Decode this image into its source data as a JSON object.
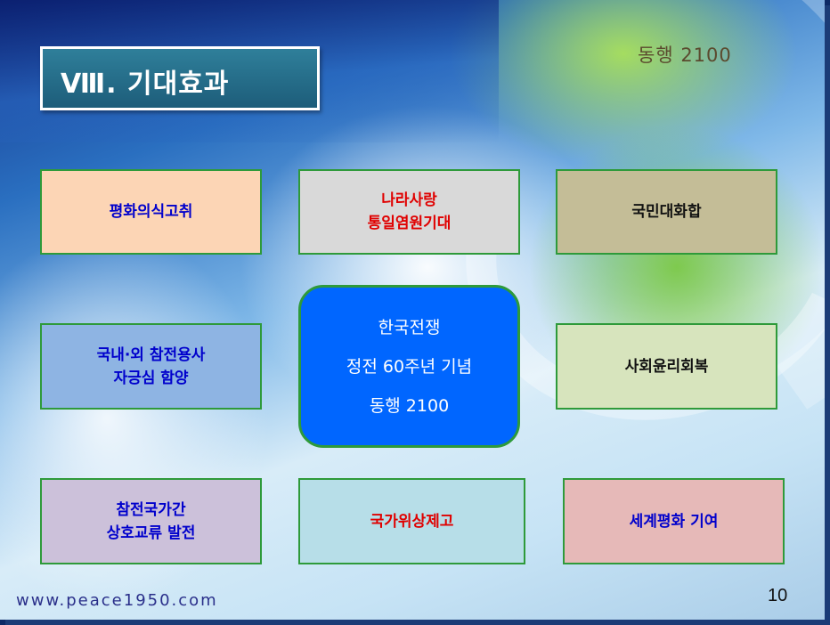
{
  "slide": {
    "title": "Ⅷ. 기대효과",
    "brand": "동행 2100",
    "url": "www.peace1950.com",
    "page_number": "10"
  },
  "center": {
    "lines": [
      "한국전쟁",
      "정전 60주년 기념",
      "동행 2100"
    ],
    "background": "#0066ff",
    "text_color": "#ffffff"
  },
  "boxes": [
    {
      "lines": [
        "평화의식고취"
      ],
      "background": "#fcd5b5",
      "text_color": "#0000cc"
    },
    {
      "lines": [
        "나라사랑",
        "통일염원기대"
      ],
      "background": "#d9d9d9",
      "text_color": "#e00000"
    },
    {
      "lines": [
        "국민대화합"
      ],
      "background": "#c4bd97",
      "text_color": "#111111"
    },
    {
      "lines": [
        "국내·외 참전용사",
        "자긍심 함양"
      ],
      "background": "#8eb4e3",
      "text_color": "#0000cc"
    },
    {
      "lines": [
        "사회윤리회복"
      ],
      "background": "#d7e4bd",
      "text_color": "#111111"
    },
    {
      "lines": [
        "참전국가간",
        "상호교류 발전"
      ],
      "background": "#ccc1da",
      "text_color": "#0000cc"
    },
    {
      "lines": [
        "국가위상제고"
      ],
      "background": "#b7dee8",
      "text_color": "#e00000"
    },
    {
      "lines": [
        "세계평화 기여"
      ],
      "background": "#e6b9b8",
      "text_color": "#0000cc"
    }
  ],
  "colors": {
    "box_border": "#2e9a3a",
    "title_background": "#1d5d7a"
  }
}
